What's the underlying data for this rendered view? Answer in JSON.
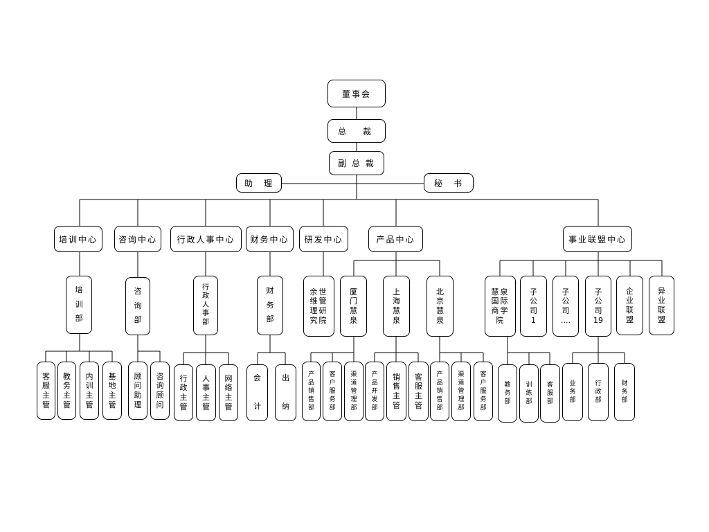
{
  "chart": {
    "board": "董事会",
    "ceo": "总　裁",
    "vp": "副 总 裁",
    "assistant": "助　理",
    "secretary": "秘　书",
    "centers": {
      "training": "培训中心",
      "consulting": "咨询中心",
      "admin_hr": "行政人事中心",
      "finance": "财务中心",
      "rnd": "研发中心",
      "product": "产品中心",
      "alliance": "事业联盟中心"
    },
    "departments": {
      "training_dept": "培\n训\n部",
      "consulting_dept": "咨\n询\n部",
      "admin_hr_dept": "行\n政\n人\n事\n部",
      "finance_dept": "财\n务\n部"
    },
    "rnd_institute": "余世\n维管\n理研\n究院",
    "branches": {
      "xiamen": "厦\n门\n慧\n泉",
      "shanghai": "上\n海\n慧\n泉",
      "beijing": "北\n京\n慧\n泉"
    },
    "alliance_units": {
      "college": "慧泉\n国际\n商学\n院",
      "sub1": "子\n公\n司\n1",
      "subn": "子\n公\n司\n....",
      "sub19": "子\n公\n司\n19",
      "enterprise": "企\n业\n联\n盟",
      "cross_industry": "异\n业\n联\n盟"
    },
    "leaves": {
      "t1": "客\n服\n主\n管",
      "t2": "教\n务\n主\n管",
      "t3": "内\n训\n主\n管",
      "t4": "基\n地\n主\n管",
      "c1": "顾\n问\n助\n理",
      "c2": "咨\n询\n顾\n问",
      "a1": "行\n政\n主\n管",
      "a2": "人\n事\n主\n管",
      "a3": "网\n络\n主\n管",
      "f1": "会\n\n计",
      "f2": "出\n\n纳",
      "x1": "产\n品\n销\n售\n部",
      "x2": "客\n户\n服\n务\n部",
      "x3": "渠\n道\n管\n理\n部",
      "s1": "产\n品\n开\n发\n部",
      "s2": "销\n售\n主\n管",
      "s3": "客\n服\n主\n管",
      "b1": "产\n品\n销\n售\n部",
      "b2": "渠\n道\n管\n理\n部",
      "b3": "客\n户\n服\n务\n部",
      "k1": "教\n务\n部",
      "k2": "训\n练\n部",
      "k3": "客\n服\n部",
      "z1": "业\n务\n部",
      "z2": "行\n政\n部",
      "z3": "财\n务\n部"
    }
  }
}
